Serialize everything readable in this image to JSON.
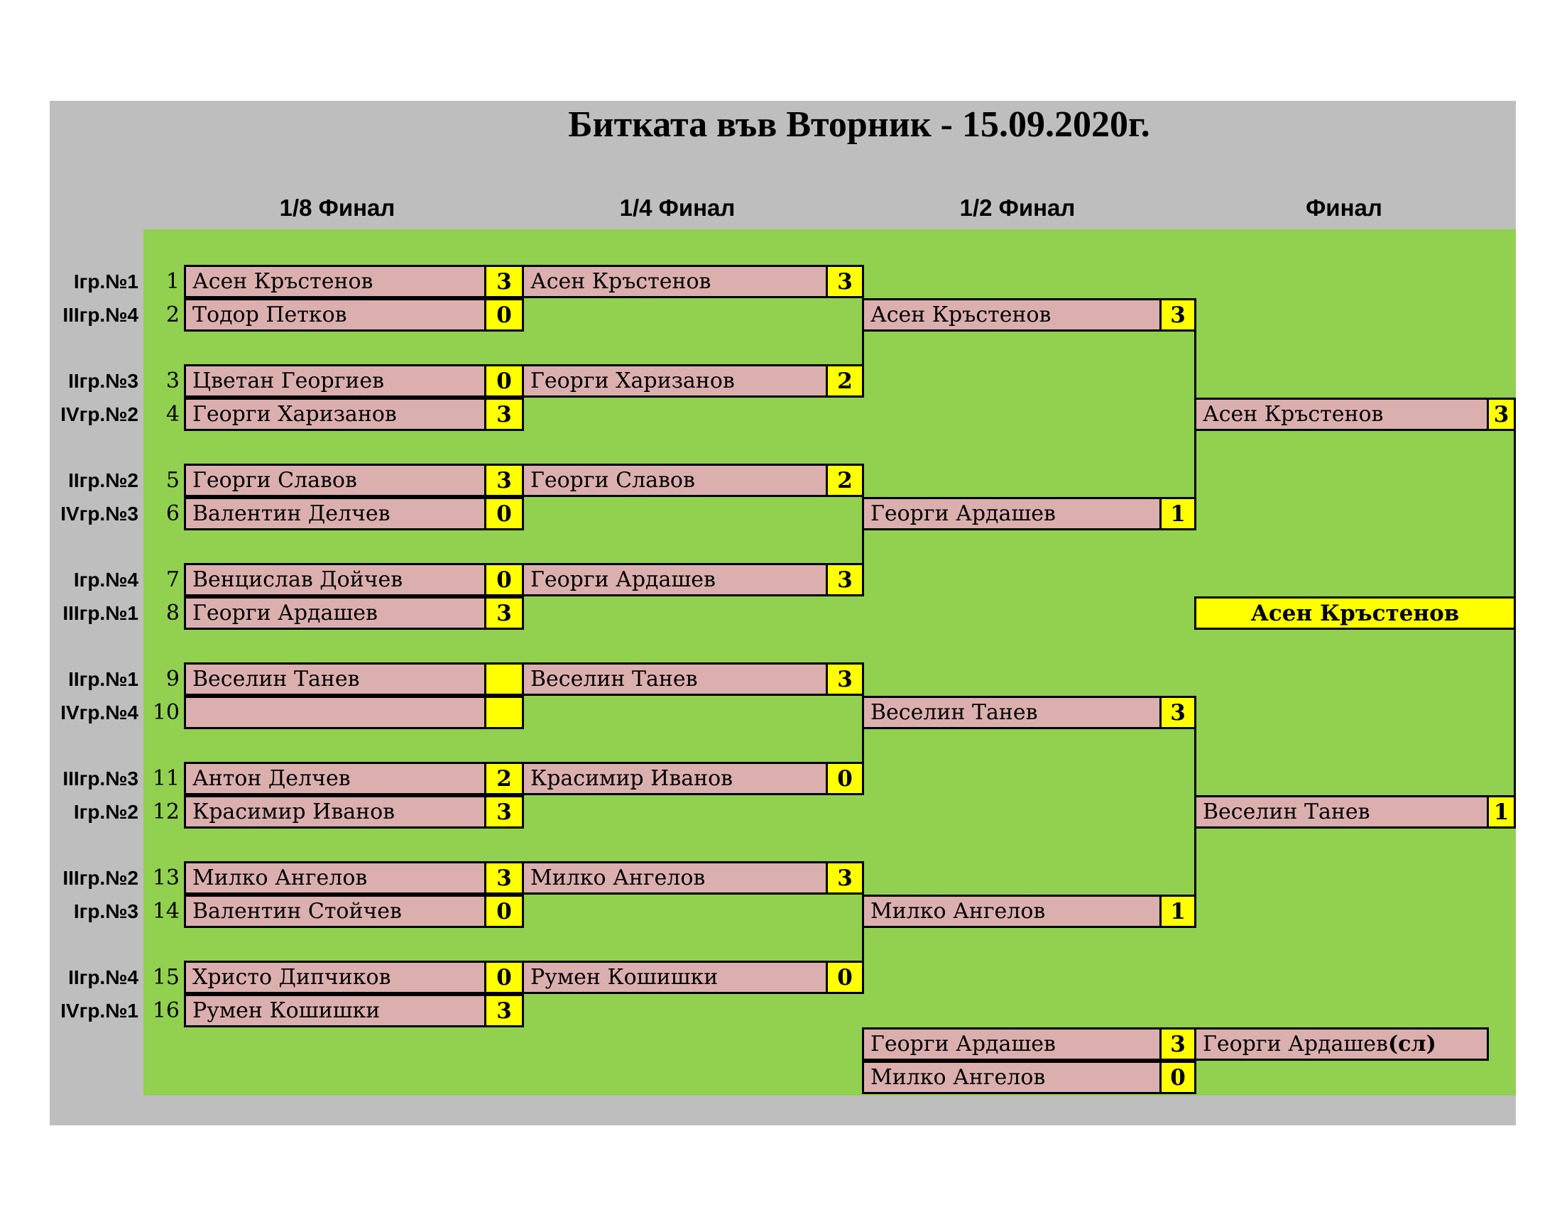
{
  "title": "Битката във Вторник - 15.09.2020г.",
  "round_headers": [
    "1/8 Финал",
    "1/4 Финал",
    "1/2 Финал",
    "Финал"
  ],
  "colors": {
    "background_gray": "#BEBEBE",
    "bracket_green": "#92D050",
    "player_pink": "#DCAFAF",
    "score_yellow": "#FFFF00",
    "line_black": "#000000"
  },
  "round16": [
    {
      "group": "Iгр.№1",
      "seed": "1",
      "name": "Асен Кръстенов",
      "score": "3"
    },
    {
      "group": "IIIгр.№4",
      "seed": "2",
      "name": "Тодор Петков",
      "score": "0"
    },
    {
      "group": "IIгр.№3",
      "seed": "3",
      "name": "Цветан Георгиев",
      "score": "0"
    },
    {
      "group": "IVгр.№2",
      "seed": "4",
      "name": "Георги Харизанов",
      "score": "3"
    },
    {
      "group": "IIгр.№2",
      "seed": "5",
      "name": "Георги Славов",
      "score": "3"
    },
    {
      "group": "IVгр.№3",
      "seed": "6",
      "name": "Валентин Делчев",
      "score": "0"
    },
    {
      "group": "Iгр.№4",
      "seed": "7",
      "name": "Венцислав Дойчев",
      "score": "0"
    },
    {
      "group": "IIIгр.№1",
      "seed": "8",
      "name": "Георги Ардашев",
      "score": "3"
    },
    {
      "group": "IIгр.№1",
      "seed": "9",
      "name": "Веселин Танев",
      "score": ""
    },
    {
      "group": "IVгр.№4",
      "seed": "10",
      "name": "",
      "score": ""
    },
    {
      "group": "IIIгр.№3",
      "seed": "11",
      "name": "Антон Делчев",
      "score": "2"
    },
    {
      "group": "Iгр.№2",
      "seed": "12",
      "name": "Красимир Иванов",
      "score": "3"
    },
    {
      "group": "IIIгр.№2",
      "seed": "13",
      "name": "Милко Ангелов",
      "score": "3"
    },
    {
      "group": "Iгр.№3",
      "seed": "14",
      "name": "Валентин Стойчев",
      "score": "0"
    },
    {
      "group": "IIгр.№4",
      "seed": "15",
      "name": "Христо Дипчиков",
      "score": "0"
    },
    {
      "group": "IVгр.№1",
      "seed": "16",
      "name": "Румен Кошишки",
      "score": "3"
    }
  ],
  "quarterfinals": [
    {
      "name": "Асен Кръстенов",
      "score": "3"
    },
    {
      "name": "Георги Харизанов",
      "score": "2"
    },
    {
      "name": "Георги Славов",
      "score": "2"
    },
    {
      "name": "Георги Ардашев",
      "score": "3"
    },
    {
      "name": "Веселин Танев",
      "score": "3"
    },
    {
      "name": "Красимир Иванов",
      "score": "0"
    },
    {
      "name": "Милко Ангелов",
      "score": "3"
    },
    {
      "name": "Румен Кошишки",
      "score": "0"
    }
  ],
  "semifinals": [
    {
      "name": "Асен Кръстенов",
      "score": "3"
    },
    {
      "name": "Георги Ардашев",
      "score": "1"
    },
    {
      "name": "Веселин Танев",
      "score": "3"
    },
    {
      "name": "Милко Ангелов",
      "score": "1"
    }
  ],
  "final": [
    {
      "name": "Асен Кръстенов",
      "score": "3"
    },
    {
      "name": "Веселин Танев",
      "score": "1"
    }
  ],
  "champion": "Асен Кръстенов",
  "third_place": {
    "match": [
      {
        "name": "Георги Ардашев",
        "score": "3"
      },
      {
        "name": "Милко Ангелов",
        "score": "0"
      }
    ],
    "winner": "Георги Ардашев",
    "winner_suffix": "(сл)"
  }
}
